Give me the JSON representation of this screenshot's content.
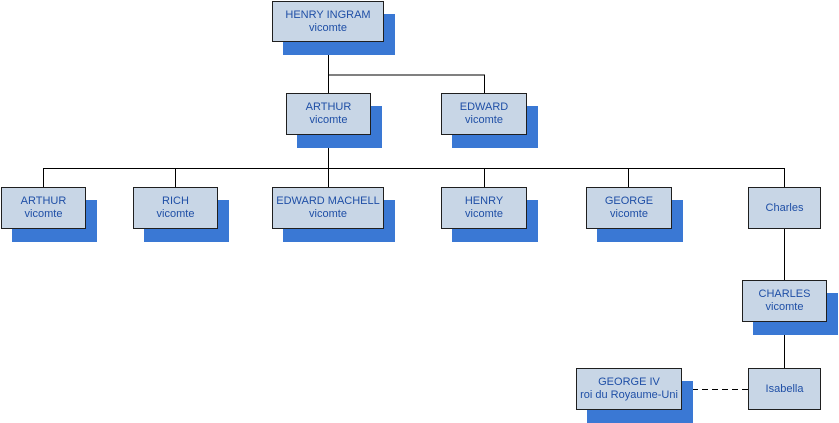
{
  "diagram": {
    "colors": {
      "box_fill": "#c8d6e6",
      "shadow": "#3a78d4",
      "text": "#1f4fa6",
      "line": "#000000"
    },
    "nodes": {
      "henry_ingram": {
        "name": "HENRY INGRAM",
        "title": "vicomte"
      },
      "arthur_1": {
        "name": "ARTHUR",
        "title": "vicomte"
      },
      "edward_1": {
        "name": "EDWARD",
        "title": "vicomte"
      },
      "arthur_2": {
        "name": "ARTHUR",
        "title": "vicomte"
      },
      "rich": {
        "name": "RICH",
        "title": "vicomte"
      },
      "edward_machell": {
        "name": "EDWARD MACHELL",
        "title": "vicomte"
      },
      "henry": {
        "name": "HENRY",
        "title": "vicomte"
      },
      "george": {
        "name": "GEORGE",
        "title": "vicomte"
      },
      "charles_1": {
        "name": "Charles"
      },
      "charles_2": {
        "name": "CHARLES",
        "title": "vicomte"
      },
      "isabella": {
        "name": "Isabella"
      },
      "george_iv": {
        "name": "GEORGE IV",
        "title": "roi du Royaume-Uni"
      }
    }
  }
}
